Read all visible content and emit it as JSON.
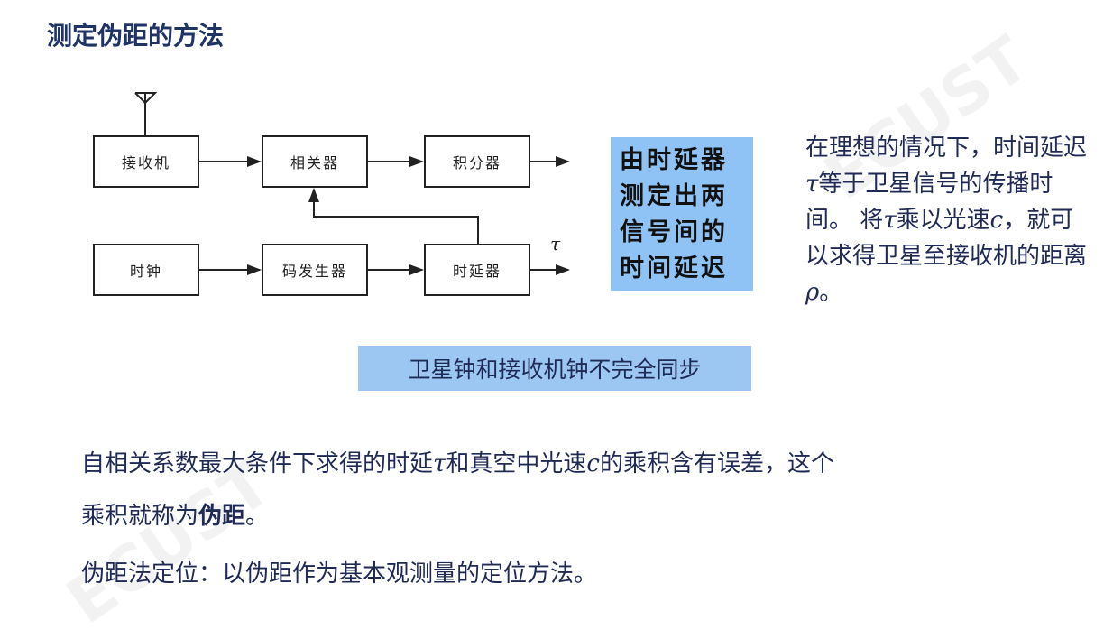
{
  "title": "测定伪距的方法",
  "diagram": {
    "blocks": {
      "receiver": "接收机",
      "correlator": "相关器",
      "integrator": "积分器",
      "clock": "时钟",
      "code_generator": "码发生器",
      "delay": "时延器"
    },
    "tau_label": "τ"
  },
  "blue_box_lines": [
    "由时延器",
    "测定出两",
    "信号间的",
    "时间延迟"
  ],
  "right_text": {
    "p1": "在理想的情况下，时间延迟",
    "tau": "τ",
    "p2": "等于卫星信号的传播时间。 将",
    "tau2": "τ",
    "p3": "乘以光速",
    "c": "c",
    "p4": "，就可以求得卫星至接收机的距离",
    "rho": "ρ",
    "p5": "。"
  },
  "note": "卫星钟和接收机钟不完全同步",
  "para1": {
    "a": "自相关系数最大条件下求得的时延",
    "tau": "τ",
    "b": "和真空中光速",
    "c": "c",
    "d": "的乘积含有误差，这个",
    "e": "乘积就称为",
    "bold": "伪距",
    "f": "。"
  },
  "para2": "伪距法定位：以伪距作为基本观测量的定位方法。",
  "watermark": "ECUST"
}
